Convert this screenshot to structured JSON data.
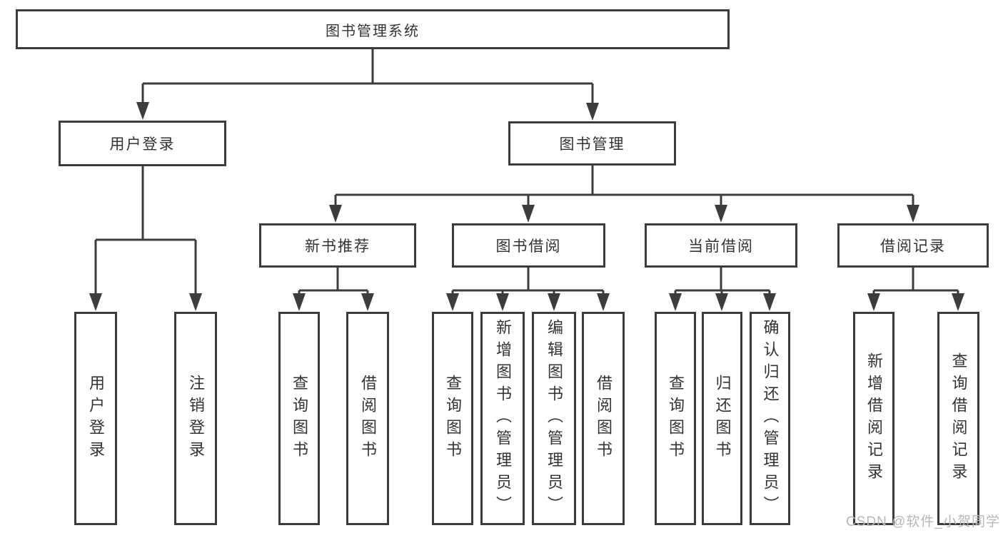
{
  "title": "图书管理系统",
  "watermark": "CSDN @软件_小贺同学",
  "colors": {
    "line": "#3c3c3c",
    "text": "#333333",
    "watermark": "#b8b8b8",
    "background": "#ffffff"
  },
  "tree": {
    "root": "图书管理系统",
    "branches": [
      {
        "label": "用户登录",
        "children": [
          "用户登录",
          "注销登录"
        ]
      },
      {
        "label": "图书管理",
        "groups": [
          {
            "label": "新书推荐",
            "children": [
              "查询图书",
              "借阅图书"
            ]
          },
          {
            "label": "图书借阅",
            "children": [
              "查询图书",
              "新增图书（管理员）",
              "编辑图书（管理员）",
              "借阅图书"
            ]
          },
          {
            "label": "当前借阅",
            "children": [
              "查询图书",
              "归还图书",
              "确认归还（管理员）"
            ]
          },
          {
            "label": "借阅记录",
            "children": [
              "新增借阅记录",
              "查询借阅记录"
            ]
          }
        ]
      }
    ]
  }
}
